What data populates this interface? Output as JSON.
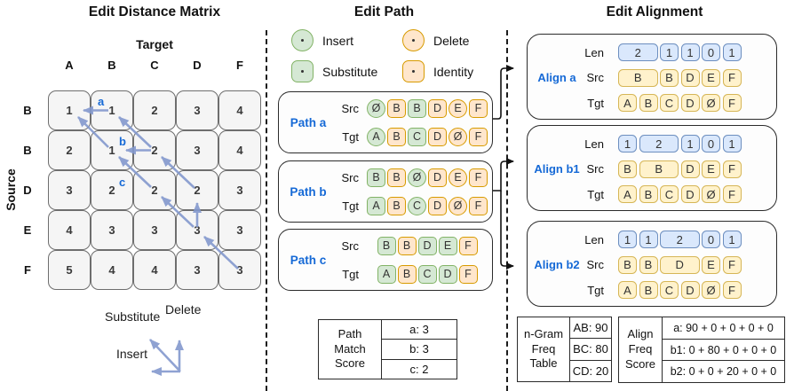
{
  "colors": {
    "green_fill": "#d5e8d4",
    "green_stroke": "#82b366",
    "orange_fill": "#ffe6cc",
    "orange_stroke": "#d79b00",
    "yellow_fill": "#fff2cc",
    "yellow_stroke": "#d6b656",
    "blue_fill": "#dae8fc",
    "blue_stroke": "#6c8ebf",
    "blue_text": "#1569d6",
    "arrow_blue": "#8399ce",
    "matrix_cell_bg": "#f5f5f5",
    "matrix_cell_border": "#6e6e6e"
  },
  "matrix": {
    "title": "Edit Distance Matrix",
    "target_label": "Target",
    "source_label": "Source",
    "col_headers": [
      "A",
      "B",
      "C",
      "D",
      "F"
    ],
    "row_headers": [
      "B",
      "B",
      "D",
      "E",
      "F"
    ],
    "cells": [
      [
        "1",
        "1",
        "2",
        "3",
        "4"
      ],
      [
        "2",
        "1",
        "2",
        "3",
        "4"
      ],
      [
        "3",
        "2",
        "2",
        "2",
        "3"
      ],
      [
        "4",
        "3",
        "3",
        "3",
        "3"
      ],
      [
        "5",
        "4",
        "4",
        "3",
        "3"
      ]
    ],
    "path_marks": [
      "a",
      "b",
      "c"
    ],
    "move_legend": {
      "substitute": "Substitute",
      "delete": "Delete",
      "insert": "Insert"
    }
  },
  "edit_path": {
    "title": "Edit Path",
    "src_label": "Src",
    "tgt_label": "Tgt",
    "legend": [
      {
        "label": "Insert",
        "shape": "circle",
        "color": "green"
      },
      {
        "label": "Delete",
        "shape": "circle",
        "color": "orange"
      },
      {
        "label": "Substitute",
        "shape": "square",
        "color": "green"
      },
      {
        "label": "Identity",
        "shape": "square",
        "color": "orange"
      }
    ],
    "paths": [
      {
        "label": "Path a",
        "src": [
          {
            "ch": "Ø",
            "shape": "circle",
            "color": "green"
          },
          {
            "ch": "B",
            "shape": "square",
            "color": "orange"
          },
          {
            "ch": "B",
            "shape": "square",
            "color": "green"
          },
          {
            "ch": "D",
            "shape": "square",
            "color": "orange"
          },
          {
            "ch": "E",
            "shape": "circle",
            "color": "orange"
          },
          {
            "ch": "F",
            "shape": "square",
            "color": "orange"
          }
        ],
        "tgt": [
          {
            "ch": "A",
            "shape": "circle",
            "color": "green"
          },
          {
            "ch": "B",
            "shape": "square",
            "color": "orange"
          },
          {
            "ch": "C",
            "shape": "square",
            "color": "green"
          },
          {
            "ch": "D",
            "shape": "square",
            "color": "orange"
          },
          {
            "ch": "Ø",
            "shape": "circle",
            "color": "orange"
          },
          {
            "ch": "F",
            "shape": "square",
            "color": "orange"
          }
        ]
      },
      {
        "label": "Path b",
        "src": [
          {
            "ch": "B",
            "shape": "square",
            "color": "green"
          },
          {
            "ch": "B",
            "shape": "square",
            "color": "orange"
          },
          {
            "ch": "Ø",
            "shape": "circle",
            "color": "green"
          },
          {
            "ch": "D",
            "shape": "square",
            "color": "orange"
          },
          {
            "ch": "E",
            "shape": "circle",
            "color": "orange"
          },
          {
            "ch": "F",
            "shape": "square",
            "color": "orange"
          }
        ],
        "tgt": [
          {
            "ch": "A",
            "shape": "square",
            "color": "green"
          },
          {
            "ch": "B",
            "shape": "square",
            "color": "orange"
          },
          {
            "ch": "C",
            "shape": "circle",
            "color": "green"
          },
          {
            "ch": "D",
            "shape": "square",
            "color": "orange"
          },
          {
            "ch": "Ø",
            "shape": "circle",
            "color": "orange"
          },
          {
            "ch": "F",
            "shape": "square",
            "color": "orange"
          }
        ]
      },
      {
        "label": "Path c",
        "src": [
          {
            "ch": "B",
            "shape": "square",
            "color": "green"
          },
          {
            "ch": "B",
            "shape": "square",
            "color": "orange"
          },
          {
            "ch": "D",
            "shape": "square",
            "color": "green"
          },
          {
            "ch": "E",
            "shape": "square",
            "color": "green"
          },
          {
            "ch": "F",
            "shape": "square",
            "color": "orange"
          }
        ],
        "tgt": [
          {
            "ch": "A",
            "shape": "square",
            "color": "green"
          },
          {
            "ch": "B",
            "shape": "square",
            "color": "orange"
          },
          {
            "ch": "C",
            "shape": "square",
            "color": "green"
          },
          {
            "ch": "D",
            "shape": "square",
            "color": "green"
          },
          {
            "ch": "F",
            "shape": "square",
            "color": "orange"
          }
        ]
      }
    ],
    "score_table": {
      "header_lines": [
        "Path",
        "Match",
        "Score"
      ],
      "rows": [
        "a: 3",
        "b: 3",
        "c: 2"
      ]
    }
  },
  "alignment": {
    "title": "Edit Alignment",
    "len_label": "Len",
    "src_label": "Src",
    "tgt_label": "Tgt",
    "aligns": [
      {
        "label": "Align a",
        "len": [
          {
            "t": "2",
            "w": 2
          },
          {
            "t": "1",
            "w": 1
          },
          {
            "t": "1",
            "w": 1
          },
          {
            "t": "0",
            "w": 1
          },
          {
            "t": "1",
            "w": 1
          }
        ],
        "src": [
          {
            "t": "B",
            "w": 2
          },
          {
            "t": "B",
            "w": 1
          },
          {
            "t": "D",
            "w": 1
          },
          {
            "t": "E",
            "w": 1
          },
          {
            "t": "F",
            "w": 1
          }
        ],
        "tgt": [
          "A",
          "B",
          "C",
          "D",
          "Ø",
          "F"
        ]
      },
      {
        "label": "Align b1",
        "len": [
          {
            "t": "1",
            "w": 1
          },
          {
            "t": "2",
            "w": 2
          },
          {
            "t": "1",
            "w": 1
          },
          {
            "t": "0",
            "w": 1
          },
          {
            "t": "1",
            "w": 1
          }
        ],
        "src": [
          {
            "t": "B",
            "w": 1
          },
          {
            "t": "B",
            "w": 2
          },
          {
            "t": "D",
            "w": 1
          },
          {
            "t": "E",
            "w": 1
          },
          {
            "t": "F",
            "w": 1
          }
        ],
        "tgt": [
          "A",
          "B",
          "C",
          "D",
          "Ø",
          "F"
        ]
      },
      {
        "label": "Align b2",
        "len": [
          {
            "t": "1",
            "w": 1
          },
          {
            "t": "1",
            "w": 1
          },
          {
            "t": "2",
            "w": 2
          },
          {
            "t": "0",
            "w": 1
          },
          {
            "t": "1",
            "w": 1
          }
        ],
        "src": [
          {
            "t": "B",
            "w": 1
          },
          {
            "t": "B",
            "w": 1
          },
          {
            "t": "D",
            "w": 2
          },
          {
            "t": "E",
            "w": 1
          },
          {
            "t": "F",
            "w": 1
          }
        ],
        "tgt": [
          "A",
          "B",
          "C",
          "D",
          "Ø",
          "F"
        ]
      }
    ],
    "ngram_table": {
      "header_lines": [
        "n-Gram",
        "Freq",
        "Table"
      ],
      "rows": [
        "AB: 90",
        "BC: 80",
        "CD: 20"
      ]
    },
    "score_table": {
      "header_lines": [
        "Align",
        "Freq",
        "Score"
      ],
      "rows": [
        "a: 90 + 0 + 0 + 0 + 0",
        "b1: 0 + 80 + 0 + 0 + 0",
        "b2: 0 + 0 + 20 + 0 + 0"
      ]
    }
  }
}
